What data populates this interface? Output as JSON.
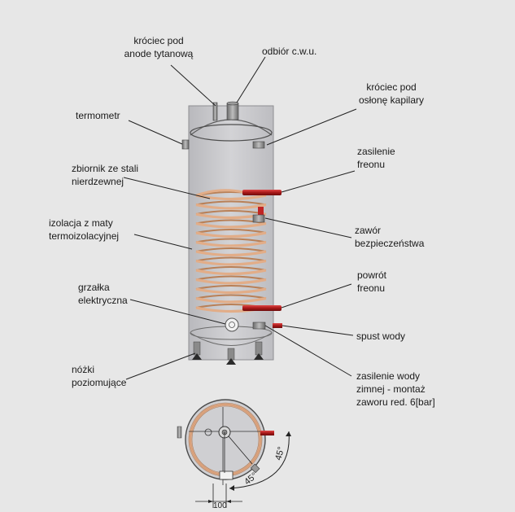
{
  "labels": {
    "anode": [
      "króciec pod",
      "anode tytanową"
    ],
    "cwu": [
      "odbiór c.w.u."
    ],
    "capillary": [
      "króciec pod",
      "osłonę kapilary"
    ],
    "thermometer": [
      "termometr"
    ],
    "tank": [
      "zbiornik ze stali",
      "nierdzewnej"
    ],
    "freon_supply": [
      "zasilenie",
      "freonu"
    ],
    "insulation": [
      "izolacja z maty",
      "termoizolacyjnej"
    ],
    "safety_valve": [
      "zawór",
      "bezpieczeństwa"
    ],
    "freon_return": [
      "powrót",
      "freonu"
    ],
    "heater": [
      "grzałka",
      "elektryczna"
    ],
    "drain": [
      "spust wody"
    ],
    "feet": [
      "nóżki",
      "poziomujące"
    ],
    "cold_water": [
      "zasilenie wody",
      "zimnej - montaż",
      "zaworu red. 6[bar]"
    ]
  },
  "dimensions": {
    "angle_1": "45°",
    "angle_2": "45°",
    "width": "100"
  },
  "colors": {
    "background": "#e7e7e7",
    "tank_fill": "#c9c9cc",
    "coil": "#d9a07a",
    "freon_pipe": "#b21e1e",
    "leader": "#222222"
  }
}
